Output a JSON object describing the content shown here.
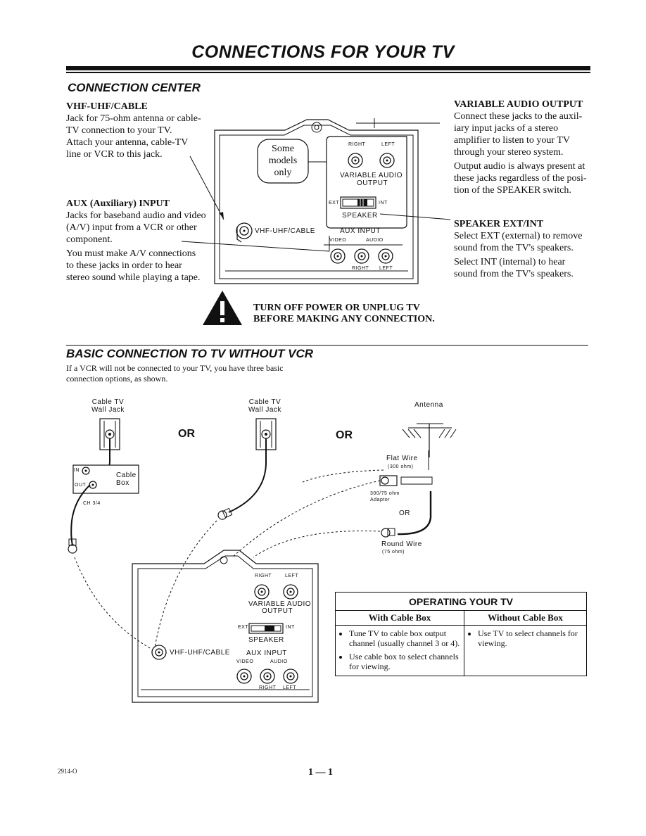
{
  "page": {
    "title": "CONNECTIONS FOR YOUR TV",
    "footer_code": "2914-O",
    "page_number": "1 — 1"
  },
  "connection_center": {
    "heading": "CONNECTION CENTER",
    "vhf": {
      "title": "VHF-UHF/CABLE",
      "lines": [
        "Jack for 75-ohm antenna or cable-",
        "TV connection to your TV.",
        "Attach your antenna, cable-TV",
        "line or VCR to this jack."
      ]
    },
    "aux": {
      "title": "AUX (Auxiliary) INPUT",
      "lines": [
        "Jacks for baseband audio and video",
        "(A/V) input from a VCR or other",
        "component."
      ],
      "lines2": [
        "You must make A/V connections",
        "to these jacks in order to hear",
        "stereo sound while playing a tape."
      ]
    },
    "variable_audio": {
      "title": "VARIABLE AUDIO OUTPUT",
      "lines": [
        "Connect these jacks to the auxil-",
        "iary input jacks of a stereo",
        "amplifier to listen to your TV",
        "through your stereo system."
      ],
      "lines2": [
        "Output audio is always present at",
        "these jacks regardless of the posi-",
        "tion of the SPEAKER switch."
      ]
    },
    "speaker": {
      "title": "SPEAKER EXT/INT",
      "lines": [
        "Select EXT (external) to remove",
        "sound from the TV's speakers."
      ],
      "lines2": [
        "Select INT (internal) to hear",
        "sound from the TV's speakers."
      ]
    },
    "panel": {
      "some_models": [
        "Some",
        "models",
        "only"
      ],
      "right": "RIGHT",
      "left": "LEFT",
      "variable_audio": "VARIABLE AUDIO",
      "output": "OUTPUT",
      "ext": "EXT",
      "int": "INT",
      "speaker": "SPEAKER",
      "vhf": "VHF-UHF/CABLE",
      "aux_input": "AUX INPUT",
      "video": "VIDEO",
      "audio": "AUDIO"
    },
    "warning": [
      "TURN OFF POWER OR UNPLUG TV",
      "BEFORE MAKING ANY CONNECTION."
    ]
  },
  "basic": {
    "heading": "BASIC CONNECTION TO TV WITHOUT VCR",
    "intro": [
      "If a VCR will not be connected to your TV, you have three basic",
      "connection options, as shown."
    ],
    "cable_tv": "Cable TV",
    "wall_jack": "Wall Jack",
    "or": "OR",
    "antenna": "Antenna",
    "in": "IN",
    "out": "OUT",
    "cable_box": [
      "Cable",
      "Box"
    ],
    "ch34": "CH 3/4",
    "flat_wire": "Flat Wire",
    "ohm300": "(300 ohm)",
    "adaptor1": "300/75 ohm",
    "adaptor2": "Adaptor",
    "or_small": "OR",
    "round_wire": "Round Wire",
    "ohm75": "(75 ohm)",
    "panel": {
      "right": "RIGHT",
      "left": "LEFT",
      "variable_audio": "VARIABLE AUDIO",
      "output": "OUTPUT",
      "ext": "EXT",
      "int": "INT",
      "speaker": "SPEAKER",
      "vhf": "VHF-UHF/CABLE",
      "aux_input": "AUX INPUT",
      "video": "VIDEO",
      "audio": "AUDIO"
    }
  },
  "operating": {
    "title": "OPERATING YOUR TV",
    "col1_header": "With Cable Box",
    "col2_header": "Without Cable Box",
    "col1_items": [
      "Tune TV to cable box output channel (usually channel 3 or 4).",
      "Use cable box to select channels for viewing."
    ],
    "col2_items": [
      "Use TV to select channels for viewing."
    ]
  }
}
